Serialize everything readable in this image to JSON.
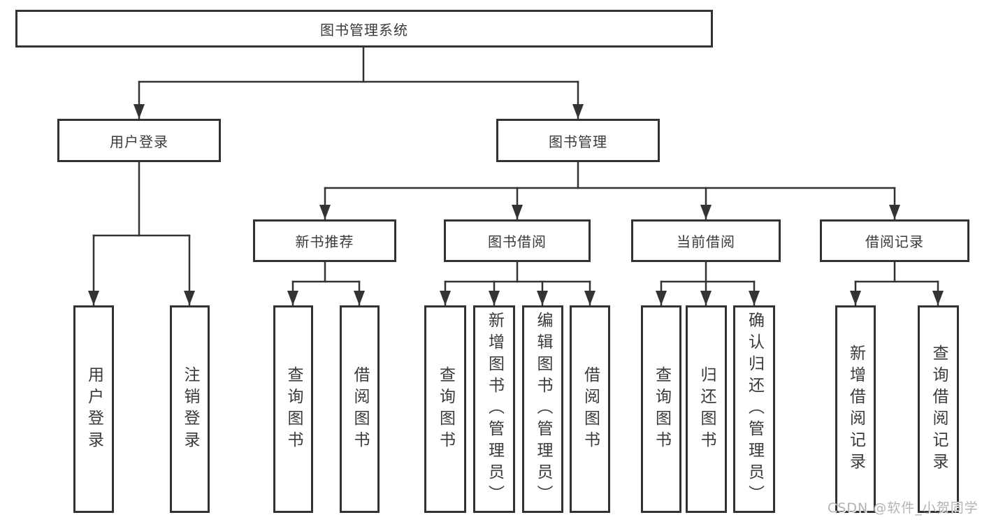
{
  "tree": {
    "root": {
      "label": "图书管理系统"
    },
    "children": [
      {
        "label": "用户登录",
        "leaves": [
          {
            "label": "用户登录"
          },
          {
            "label": "注销登录"
          }
        ]
      },
      {
        "label": "图书管理",
        "children": [
          {
            "label": "新书推荐",
            "leaves": [
              {
                "label": "查询图书"
              },
              {
                "label": "借阅图书"
              }
            ]
          },
          {
            "label": "图书借阅",
            "leaves": [
              {
                "label": "查询图书"
              },
              {
                "label": "新增图书（管理员）"
              },
              {
                "label": "编辑图书（管理员）"
              },
              {
                "label": "借阅图书"
              }
            ]
          },
          {
            "label": "当前借阅",
            "leaves": [
              {
                "label": "查询图书"
              },
              {
                "label": "归还图书"
              },
              {
                "label": "确认归还（管理员）"
              }
            ]
          },
          {
            "label": "借阅记录",
            "leaves": [
              {
                "label": "新增借阅记录"
              },
              {
                "label": "查询借阅记录"
              }
            ]
          }
        ]
      }
    ]
  },
  "watermark": {
    "text": "CSDN @软件_小贺同学"
  },
  "colors": {
    "line": "#333333",
    "box_border": "#333333",
    "text": "#3a3a3a",
    "background": "#ffffff",
    "watermark": "#b3b3b3"
  }
}
